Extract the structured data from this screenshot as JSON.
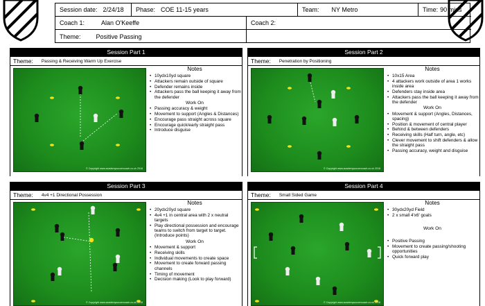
{
  "header": {
    "session_date_label": "Session date:",
    "session_date": "2/24/18",
    "phase_label": "Phase:",
    "phase": "COE 11-15 years",
    "team_label": "Team:",
    "team": "NY Metro",
    "time_label": "Time:",
    "time": "90 mins",
    "coach1_label": "Coach 1:",
    "coach1": "Alan O'Keeffe",
    "coach2_label": "Coach 2:",
    "coach2": "",
    "theme_label": "Theme:",
    "theme": "Positive Passing"
  },
  "theme_label": "Theme:",
  "notes_title": "Notes",
  "copyright": "© Copyright www.academysoccercoach.co.uk 2018",
  "colors": {
    "pitch": "#1d8c1d",
    "panel_title_bg": "#000000",
    "cone": "#f2e31a"
  },
  "parts": [
    {
      "title": "Session Part 1",
      "theme": "Passing & Receiving Warm Up Exercise",
      "notes_top": [
        "10ydx10yd square",
        "Attackers remain outside of square",
        "Defender remains inside",
        "Attackers pass the ball keeping it away from the defender"
      ],
      "work_on_label": "Work On",
      "notes_bottom": [
        "Passing accuracy & weight",
        "Movement to support (Angles & Distances)",
        "Encourage pass straight across square",
        "Encourage quick/early straight pass",
        "Introduce disguise"
      ]
    },
    {
      "title": "Session Part 2",
      "theme": "Penetration by Positioning",
      "notes_top": [
        "10x15 Area",
        "4 attackers work outside of area 1 works inside area",
        "Defenders stay inside area",
        "Attackers pass the ball keeping it away from the defender"
      ],
      "work_on_label": "Work On",
      "notes_bottom": [
        "Movement & support (Angles, Distances, spacing)",
        "Position & movement of central player",
        "Behind & between defenders",
        "Receiving skills (Half turn, angle, etc)",
        "Clever movement to shift defenders & allow the straight pass",
        "Passing accuracy, weight and disguise"
      ]
    },
    {
      "title": "Session Part 3",
      "theme": "4v4 +1 Directional Possession",
      "notes_top": [
        "20ydx20yd square",
        "4v4 +1 in central area with 2 x neutral targets",
        "Play directional possession and encourage teams to switch from target to target. (Introduce points)"
      ],
      "work_on_label": "Work On",
      "notes_bottom": [
        "Movement & support",
        "Receiving skills",
        "Individual movements to create space",
        "Movement to create forward passing channels",
        "Timing of movement",
        "Decision making (Look to play forward)"
      ]
    },
    {
      "title": "Session Part 4",
      "theme": "Small Sided Game",
      "notes_top": [
        "30ydx20yd Field",
        "2 x small 4'x6' goals"
      ],
      "work_on_label": "Work On",
      "notes_bottom": [
        "Positive Passing",
        "Movement to create passing/shooting opportunities",
        "Quick forward play"
      ]
    }
  ]
}
